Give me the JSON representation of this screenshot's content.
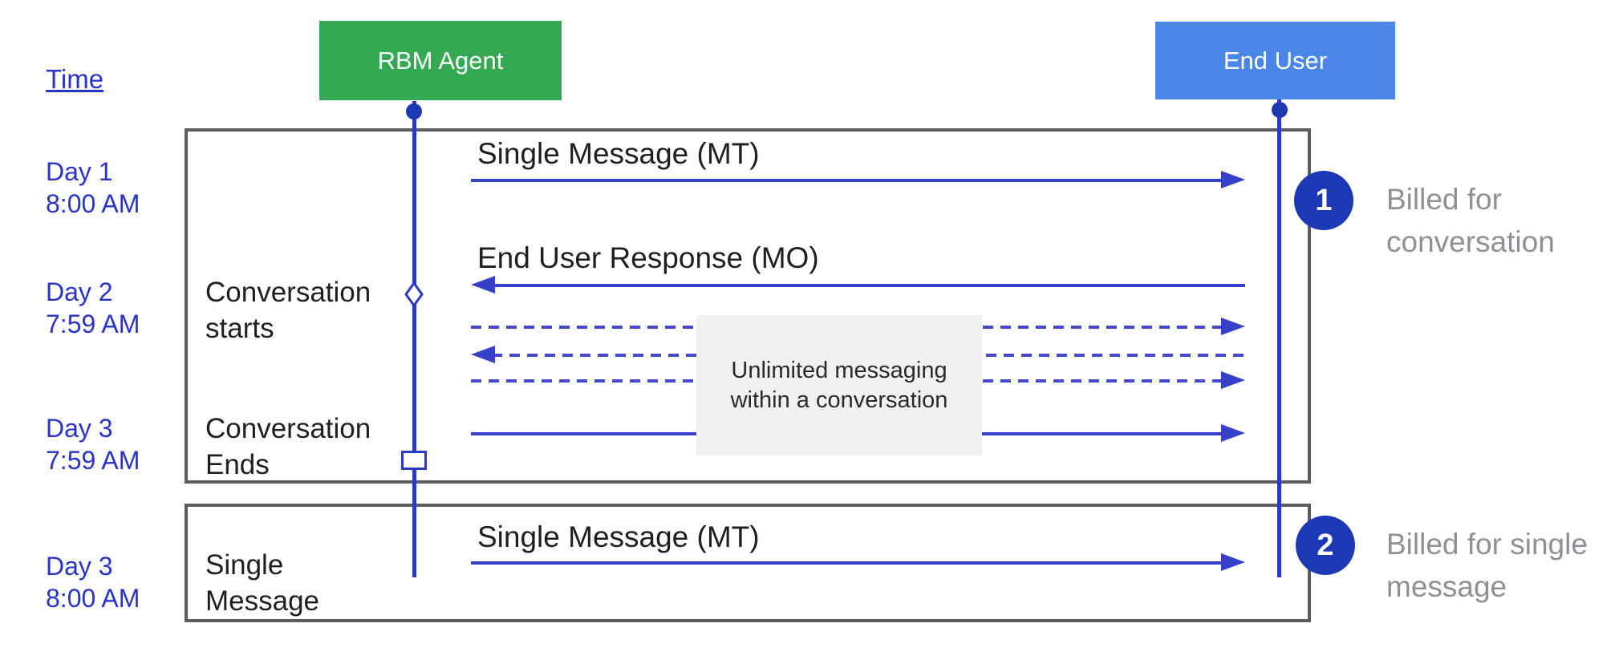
{
  "header": {
    "time_label": "Time"
  },
  "actors": [
    {
      "id": "rbm-agent",
      "label": "RBM Agent",
      "color": "#34A853"
    },
    {
      "id": "end-user",
      "label": "End User",
      "color": "#4A86E8"
    }
  ],
  "timeline": [
    {
      "day": "Day 1",
      "time": "8:00 AM"
    },
    {
      "day": "Day 2",
      "time": "7:59 AM"
    },
    {
      "day": "Day 3",
      "time": "7:59 AM"
    },
    {
      "day": "Day 3",
      "time": "8:00 AM"
    }
  ],
  "phases": [
    {
      "line1": "Conversation",
      "line2": "starts"
    },
    {
      "line1": "Conversation",
      "line2": "Ends"
    },
    {
      "line1": "Single",
      "line2": "Message"
    }
  ],
  "messages": [
    {
      "label": "Single Message (MT)",
      "from": "rbm-agent",
      "to": "end-user",
      "style": "solid"
    },
    {
      "label": "End User Response (MO)",
      "from": "end-user",
      "to": "rbm-agent",
      "style": "solid"
    },
    {
      "from": "rbm-agent",
      "to": "end-user",
      "style": "dashed"
    },
    {
      "from": "end-user",
      "to": "rbm-agent",
      "style": "dashed"
    },
    {
      "from": "rbm-agent",
      "to": "end-user",
      "style": "dashed"
    },
    {
      "from": "rbm-agent",
      "to": "end-user",
      "style": "solid"
    },
    {
      "label": "Single Message (MT)",
      "from": "rbm-agent",
      "to": "end-user",
      "style": "solid"
    }
  ],
  "note": {
    "line1": "Unlimited messaging",
    "line2": "within a conversation"
  },
  "annotations": [
    {
      "number": "1",
      "line1": "Billed for",
      "line2": "conversation"
    },
    {
      "number": "2",
      "line1": "Billed for single",
      "line2": "message"
    }
  ],
  "colors": {
    "actor_rbm_green": "#34A853",
    "actor_end_user_blue": "#4A86E8",
    "line_indigo": "#3640C8",
    "lifeline_indigo": "#2B38C6",
    "badge_navy": "#1D38B4",
    "timestamp_blue": "#2733CB",
    "frame_gray": "#5A5C5F",
    "note_gray_bg": "#F1F1F1",
    "annotation_gray": "#8D9095"
  }
}
